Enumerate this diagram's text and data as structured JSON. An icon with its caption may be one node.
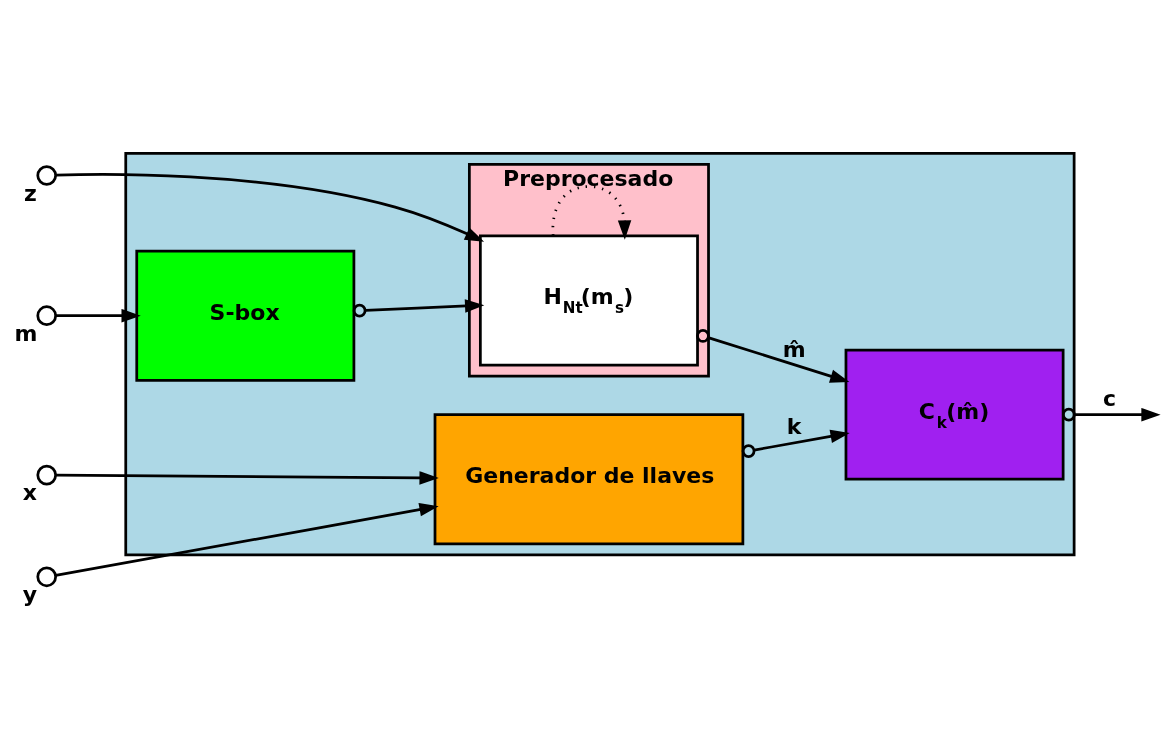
{
  "diagram": {
    "nodes": [
      {
        "text": [],
        "shape": "circle",
        "beside": [
          "z"
        ]
      },
      {
        "text": [],
        "shape": "circle",
        "beside": [
          "m"
        ]
      },
      {
        "text": [],
        "shape": "box"
      },
      {
        "text": [
          "S-box"
        ],
        "in": 2
      },
      {
        "text": [
          "Preprocesado"
        ],
        "in": 2
      },
      {
        "text": [
          "H$_{Nt}$(m$_{s}$)"
        ],
        "in": 4
      },
      {
        "text": [],
        "shape": "circle",
        "beside": [
          "x"
        ]
      },
      {
        "text": [
          "Generador de llaves"
        ],
        "in": 2
      },
      {
        "text": [],
        "shape": "circle",
        "beside": [
          "y"
        ]
      },
      {
        "text": [
          "C$_{k}$(m̂)"
        ],
        "in": 2
      }
    ],
    "edges": [
      {
        "from": 0,
        "to": 5,
        "arrow": "to"
      },
      {
        "from": 1,
        "to": 3,
        "arrow": "to"
      },
      {
        "from": 3,
        "to": 5,
        "arrow": "to"
      },
      {
        "from": 5,
        "to": 5,
        "arrow": "to",
        "style": "dashed"
      },
      {
        "from": 5,
        "to": 9,
        "arrow": "to",
        "label": "m̂"
      },
      {
        "from": 6,
        "to": 7,
        "arrow": "to"
      },
      {
        "from": 8,
        "to": 7,
        "arrow": "to"
      },
      {
        "from": 7,
        "to": 9,
        "arrow": "to",
        "label": "k"
      },
      {
        "from": 9,
        "to": null,
        "arrow": "to",
        "label": "c"
      }
    ]
  }
}
